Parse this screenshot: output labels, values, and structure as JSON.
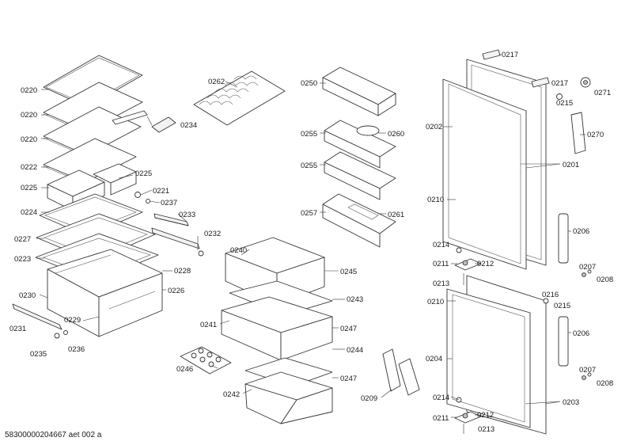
{
  "footer": {
    "doc_id": "58300000204667 aet 002 a"
  },
  "labels": {
    "l0220a": "0220",
    "l0220b": "0220",
    "l0220c": "0220",
    "l0222": "0222",
    "l0225a": "0225",
    "l0225b": "0225",
    "l0234": "0234",
    "l0221": "0221",
    "l0237": "0237",
    "l0224": "0224",
    "l0233": "0233",
    "l0227": "0227",
    "l0232": "0232",
    "l0223": "0223",
    "l0228": "0228",
    "l0226": "0226",
    "l0230": "0230",
    "l0229": "0229",
    "l0231": "0231",
    "l0235": "0235",
    "l0236": "0236",
    "l0262": "0262",
    "l0250": "0250",
    "l0255a": "0255",
    "l0260": "0260",
    "l0255b": "0255",
    "l0257": "0257",
    "l0261": "0261",
    "l0240": "0240",
    "l0245": "0245",
    "l0243": "0243",
    "l0241": "0241",
    "l0247a": "0247",
    "l0244": "0244",
    "l0246": "0246",
    "l0247b": "0247",
    "l0242": "0242",
    "l0209": "0209",
    "l0217a": "0217",
    "l0217b": "0217",
    "l0215a": "0215",
    "l0271": "0271",
    "l0202": "0202",
    "l0270": "0270",
    "l0201": "0201",
    "l0210a": "0210",
    "l0206a": "0206",
    "l0214a": "0214",
    "l0211a": "0211",
    "l0212a": "0212",
    "l0207a": "0207",
    "l0208a": "0208",
    "l0213a": "0213",
    "l0216": "0216",
    "l0210b": "0210",
    "l0215b": "0215",
    "l0206b": "0206",
    "l0204": "0204",
    "l0207b": "0207",
    "l0208b": "0208",
    "l0214b": "0214",
    "l0203": "0203",
    "l0211b": "0211",
    "l0212b": "0212",
    "l0213b": "0213"
  }
}
